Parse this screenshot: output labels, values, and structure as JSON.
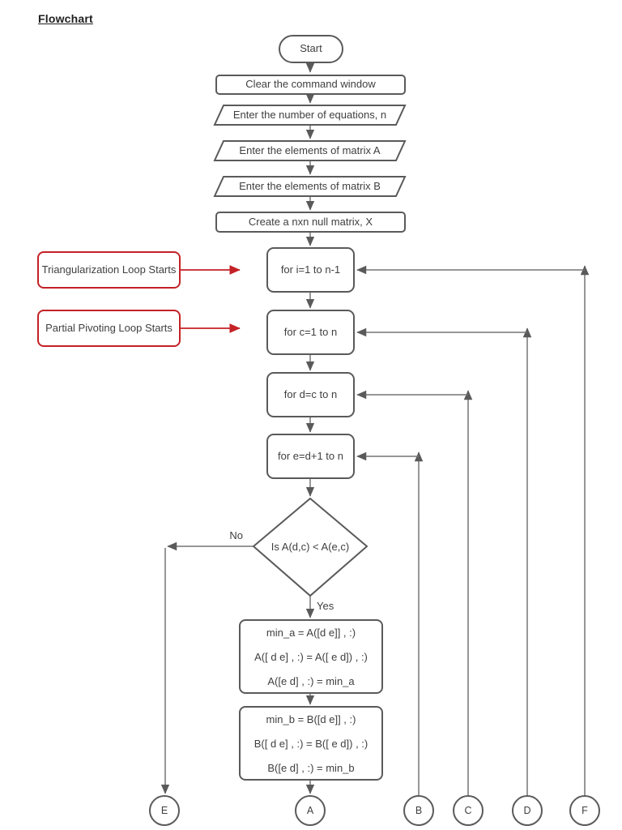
{
  "page": {
    "title": "Flowchart"
  },
  "colors": {
    "shape_border": "#5a5a5a",
    "connector": "#757575",
    "arrowhead": "#5a5a5a",
    "annotation_red": "#c42126",
    "text": "#3f3f3f",
    "background": "#ffffff"
  },
  "nodes": {
    "start": "Start",
    "clear": "Clear the command window",
    "enter_n": "Enter the number of equations, n",
    "enter_a": "Enter the elements of matrix A",
    "enter_b": "Enter the elements of matrix B",
    "create_x": "Create a nxn null matrix, X",
    "loop_i": "for i=1 to n-1",
    "loop_c": "for c=1 to n",
    "loop_d": "for d=c to n",
    "loop_e": "for e=d+1 to n",
    "decision": "Is A(d,c) <  A(e,c)",
    "swap_a": [
      "min_a = A([d e]] , :)",
      "A([ d e] , :) = A([ e d]) , :)",
      "A([e d] , :) = min_a"
    ],
    "swap_b": [
      "min_b = B([d e]] , :)",
      "B([ d e] , :) = B([ e d]) , :)",
      "B([e d] , :) = min_b"
    ]
  },
  "offpage_connectors": {
    "e": "E",
    "a": "A",
    "b": "B",
    "c": "C",
    "d": "D",
    "f": "F"
  },
  "annotations": {
    "triangularization": "Triangularization Loop Starts",
    "partial_pivoting": "Partial Pivoting Loop Starts"
  },
  "edge_labels": {
    "no": "No",
    "yes": "Yes"
  }
}
